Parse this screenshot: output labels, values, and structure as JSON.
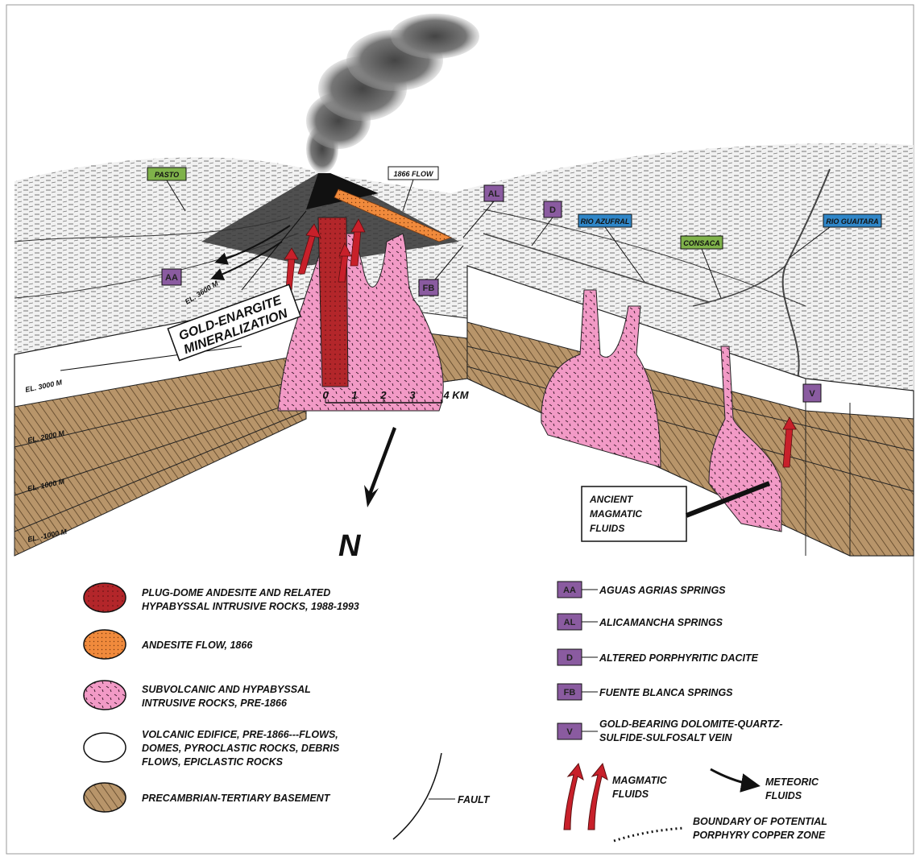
{
  "place_labels": {
    "pasto": "PASTO",
    "rio_azufral": "RIO AZUFRAL",
    "consaca": "CONSACA",
    "rio_guaitara": "RIO GUAITARA"
  },
  "flow_label": "1866 FLOW",
  "site_codes": {
    "aa": "AA",
    "al": "AL",
    "d": "D",
    "fb": "FB",
    "v": "V"
  },
  "elevations": {
    "el_3600": "EL. 3600 M",
    "el_3000": "EL. 3000 M",
    "el_2000": "EL. 2000 M",
    "el_1000": "EL. 1000 M",
    "el_neg1000": "EL. -1000 M"
  },
  "callouts": {
    "gold_line1": "GOLD-ENARGITE",
    "gold_line2": "MINERALIZATION",
    "ancient_line1": "ANCIENT",
    "ancient_line2": "MAGMATIC",
    "ancient_line3": "FLUIDS"
  },
  "scale_bar": {
    "ticks": [
      "0",
      "1",
      "2",
      "3",
      "4 KM"
    ]
  },
  "north_label": "N",
  "legend_left": [
    {
      "line1": "PLUG-DOME ANDESITE AND RELATED",
      "line2": "HYPABYSSAL INTRUSIVE ROCKS, 1988-1993",
      "line3": ""
    },
    {
      "line1": "ANDESITE FLOW, 1866",
      "line2": "",
      "line3": ""
    },
    {
      "line1": "SUBVOLCANIC AND HYPABYSSAL",
      "line2": "INTRUSIVE ROCKS, PRE-1866",
      "line3": ""
    },
    {
      "line1": "VOLCANIC EDIFICE, PRE-1866---FLOWS,",
      "line2": "DOMES, PYROCLASTIC ROCKS, DEBRIS",
      "line3": "FLOWS, EPICLASTIC ROCKS"
    },
    {
      "line1": "PRECAMBRIAN-TERTIARY BASEMENT",
      "line2": "",
      "line3": ""
    }
  ],
  "legend_right": [
    {
      "code": "AA",
      "line1": "AGUAS AGRIAS SPRINGS",
      "line2": ""
    },
    {
      "code": "AL",
      "line1": "ALICAMANCHA SPRINGS",
      "line2": ""
    },
    {
      "code": "D",
      "line1": "ALTERED PORPHYRITIC DACITE",
      "line2": ""
    },
    {
      "code": "FB",
      "line1": "FUENTE BLANCA SPRINGS",
      "line2": ""
    },
    {
      "code": "V",
      "line1": "GOLD-BEARING DOLOMITE-QUARTZ-",
      "line2": "SULFIDE-SULFOSALT VEIN"
    }
  ],
  "legend_symbols": {
    "fault": "FAULT",
    "magmatic_line1": "MAGMATIC",
    "magmatic_line2": "FLUIDS",
    "meteoric_line1": "METEORIC",
    "meteoric_line2": "FLUIDS",
    "boundary_line1": "BOUNDARY OF POTENTIAL",
    "boundary_line2": "PORPHYRY COPPER ZONE"
  },
  "colors": {
    "plug_dome": "#b3262a",
    "andesite_flow": "#f08a3c",
    "subvolcanic": "#f29ac6",
    "edifice": "#ffffff",
    "basement": "#b8956a",
    "tag_green": "#7fb24a",
    "tag_blue": "#2f86c8",
    "tag_purple": "#8a5ba0",
    "arrow_red": "#c8202a"
  }
}
